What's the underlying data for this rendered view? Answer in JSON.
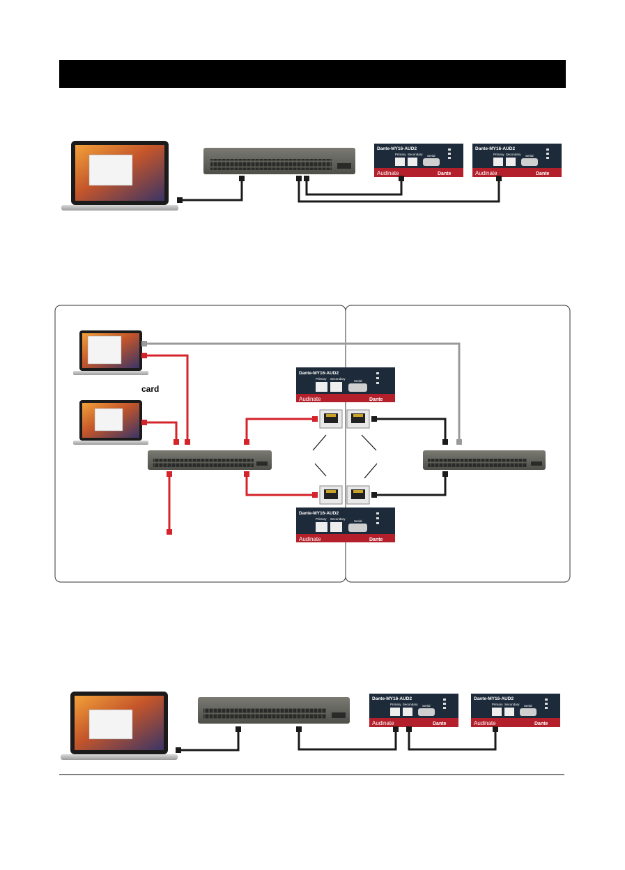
{
  "labels": {
    "card": "card"
  },
  "devices": {
    "card_model": "Dante-MY16-AUD2",
    "port_primary": "Primary",
    "port_secondary": "Secondary",
    "port_serial": "Serial",
    "brand_audinate": "Audinate",
    "brand_dante": "Dante"
  },
  "colors": {
    "header_bar": "#000000",
    "cable_black": "#1a1a1a",
    "cable_red": "#d4232a",
    "cable_gray": "#9a9a9a",
    "switch_body": "#5e5e58",
    "card_panel": "#1d2a3a",
    "card_brand_strip": "#b3202b"
  }
}
